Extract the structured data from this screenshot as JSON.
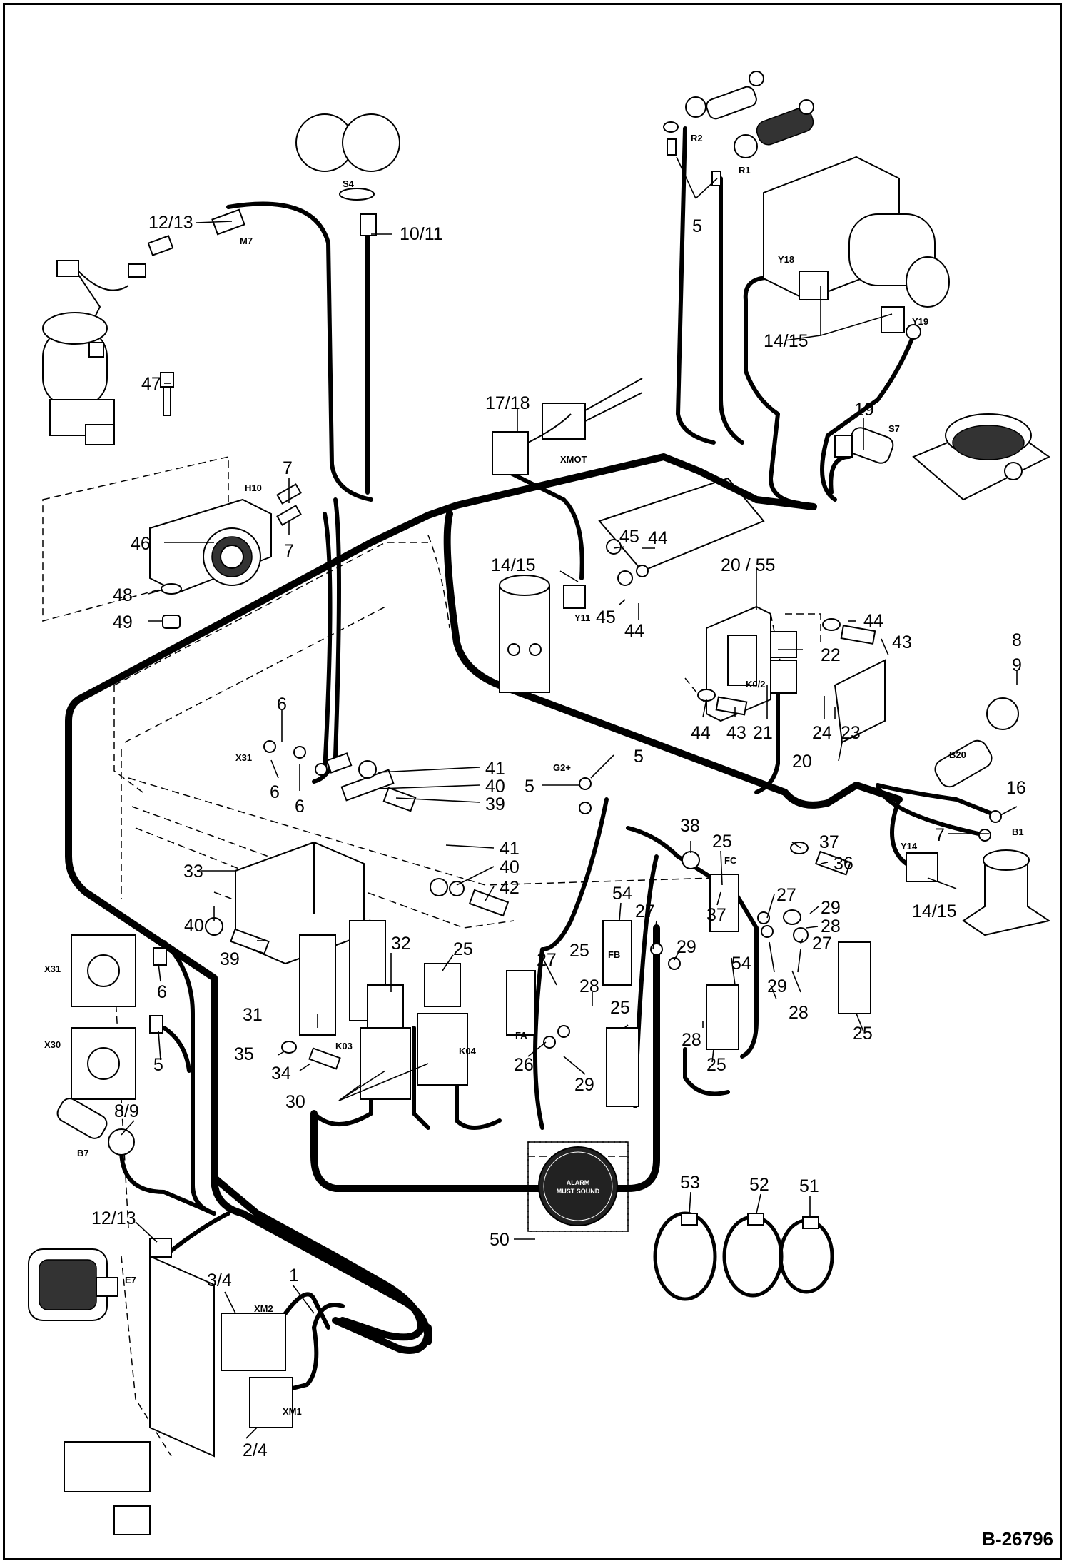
{
  "doc_number": "B-26796",
  "decal": {
    "headline_1": "ALARM",
    "headline_2": "MUST SOUND"
  },
  "callouts": {
    "c_12_13_top": "12/13",
    "c_10_11": "10/11",
    "c_5_top": "5",
    "c_14_15_top": "14/15",
    "c_47": "47",
    "c_17_18": "17/18",
    "c_19": "19",
    "c_7_a": "7",
    "c_7_b": "7",
    "c_46": "46",
    "c_48": "48",
    "c_49": "49",
    "c_14_15_mid": "14/15",
    "c_45_a": "45",
    "c_44_a": "44",
    "c_45_b": "45",
    "c_44_b": "44",
    "c_20_55": "20 / 55",
    "c_44_c": "44",
    "c_43_a": "43",
    "c_22": "22",
    "c_8_9_right": "8",
    "c_9_right": "9",
    "c_44_d": "44",
    "c_43_b": "43",
    "c_21": "21",
    "c_24": "24",
    "c_23": "23",
    "c_20": "20",
    "c_6_a": "6",
    "c_6_b": "6",
    "c_6_c": "6",
    "c_41_a": "41",
    "c_40_a": "40",
    "c_39_a": "39",
    "c_5_mid_a": "5",
    "c_5_mid_b": "5",
    "c_16": "16",
    "c_7_c": "7",
    "c_33": "33",
    "c_41_b": "41",
    "c_40_b": "40",
    "c_42": "42",
    "c_38": "38",
    "c_25_a": "25",
    "c_37_a": "37",
    "c_36": "36",
    "c_37_b": "37",
    "c_27_a": "27",
    "c_29_a": "29",
    "c_28_a": "28",
    "c_27_b": "27",
    "c_14_15_right": "14/15",
    "c_54_a": "54",
    "c_27_c": "27",
    "c_29_b": "29",
    "c_54_b": "54",
    "c_29_c": "29",
    "c_28_b": "28",
    "c_40_c": "40",
    "c_39_b": "39",
    "c_32": "32",
    "c_25_b": "25",
    "c_27_d": "27",
    "c_25_c": "25",
    "c_28_c": "28",
    "c_25_d": "25",
    "c_28_d": "28",
    "c_25_e": "25",
    "c_25_f": "25",
    "c_31": "31",
    "c_6_d": "6",
    "c_5_left": "5",
    "c_35": "35",
    "c_34": "34",
    "c_26": "26",
    "c_29_d": "29",
    "c_30": "30",
    "c_8_9_left": "8/9",
    "c_12_13_bottom": "12/13",
    "c_50": "50",
    "c_53": "53",
    "c_52": "52",
    "c_51": "51",
    "c_3_4": "3/4",
    "c_1": "1",
    "c_2_4": "2/4"
  },
  "component_tags": {
    "s4": "S4",
    "m7": "M7",
    "r2": "R2",
    "r1": "R1",
    "y18": "Y18",
    "y19": "Y19",
    "xmot": "XMOT",
    "s7": "S7",
    "h10": "H10",
    "y11": "Y11",
    "k02": "K0/2",
    "b20": "B20",
    "x31_top": "X31",
    "g2": "G2+",
    "b1": "B1",
    "y14": "Y14",
    "fc": "FC",
    "fb": "FB",
    "fa": "FA",
    "k03": "K03",
    "k04": "K04",
    "x31_left": "X31",
    "x30": "X30",
    "b7": "B7",
    "e7": "E7",
    "xm2": "XM2",
    "xm1": "XM1"
  }
}
